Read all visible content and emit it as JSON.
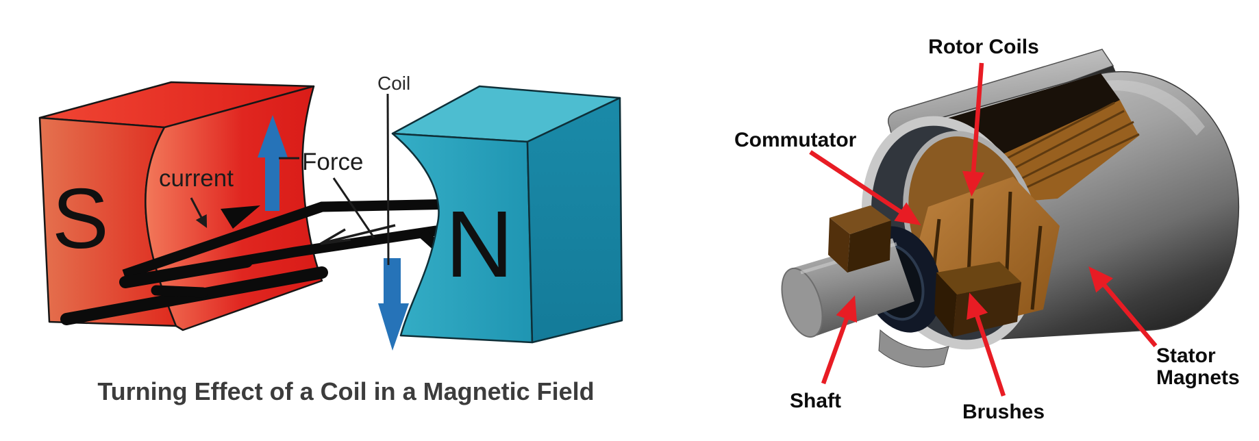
{
  "left_diagram": {
    "caption": "Turning Effect of a Coil in a Magnetic Field",
    "south_magnet_letter": "S",
    "north_magnet_letter": "N",
    "labels": {
      "current": "current",
      "force": "Force",
      "coil": "Coil"
    },
    "colors": {
      "south_magnet_red": "#e2231d",
      "north_magnet_cyan": "#2aa3bd",
      "force_arrow_blue": "#2673b8",
      "coil_black": "#0b0b0b"
    }
  },
  "right_diagram": {
    "labels": {
      "rotor_coils": "Rotor Coils",
      "commutator": "Commutator",
      "shaft": "Shaft",
      "brushes": "Brushes",
      "stator_magnets_line1": "Stator",
      "stator_magnets_line2": "Magnets"
    },
    "colors": {
      "pointer_red": "#e81c24",
      "housing_gray": "#9a9a9a",
      "copper": "#a3682a",
      "brush_brown": "#4a2c0c"
    }
  }
}
